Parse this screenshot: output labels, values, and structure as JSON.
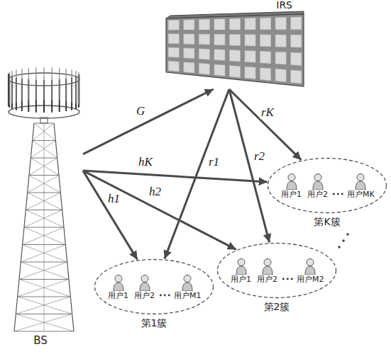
{
  "diagram": {
    "nodes": [
      {
        "text": [
          "IRS"
        ]
      },
      {
        "text": [
          "BS"
        ]
      },
      {
        "text": [
          "第1簇"
        ]
      },
      {
        "text": [
          "用户1"
        ],
        "in": 2
      },
      {
        "text": [
          "用户2"
        ],
        "in": 2
      },
      {
        "text": [
          "用户M1"
        ],
        "in": 2
      },
      {
        "text": [
          "第2簇"
        ]
      },
      {
        "text": [
          "用户1"
        ],
        "in": 6
      },
      {
        "text": [
          "用户2"
        ],
        "in": 6
      },
      {
        "text": [
          "用户M2"
        ],
        "in": 6
      },
      {
        "text": [
          "第K簇"
        ]
      },
      {
        "text": [
          "用户1"
        ],
        "in": 10
      },
      {
        "text": [
          "用户2"
        ],
        "in": 10
      },
      {
        "text": [
          "用户MK"
        ],
        "in": 10
      }
    ],
    "edges": [
      {
        "from": 1,
        "to": 0,
        "arrow": "to",
        "label": "G"
      },
      {
        "from": 1,
        "to": 2,
        "arrow": "to",
        "label": "h1"
      },
      {
        "from": 1,
        "to": 6,
        "arrow": "to",
        "label": "h2"
      },
      {
        "from": 1,
        "to": 10,
        "arrow": "to",
        "label": "hK"
      },
      {
        "from": 0,
        "to": 2,
        "arrow": "to",
        "label": "r1"
      },
      {
        "from": 0,
        "to": 6,
        "arrow": "to",
        "label": "r2"
      },
      {
        "from": 0,
        "to": 10,
        "arrow": "to",
        "label": "rK"
      }
    ]
  }
}
